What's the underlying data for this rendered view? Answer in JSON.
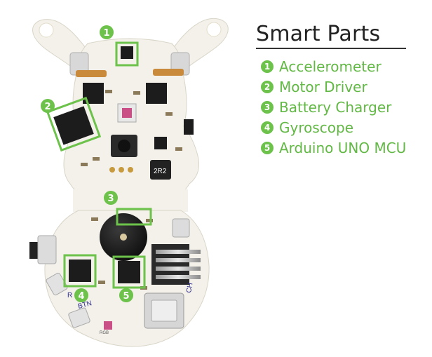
{
  "legend": {
    "title": "Smart Parts",
    "items": [
      {
        "num": "1",
        "label": "Accelerometer"
      },
      {
        "num": "2",
        "label": "Motor Driver"
      },
      {
        "num": "3",
        "label": "Battery Charger"
      },
      {
        "num": "4",
        "label": "Gyroscope"
      },
      {
        "num": "5",
        "label": "Arduino UNO MCU"
      }
    ]
  },
  "board": {
    "silkscreen": {
      "rgb": "RGB",
      "btn": "BTN",
      "ch": "CH",
      "inductor": "2R2",
      "r": "R"
    }
  },
  "markers": [
    "1",
    "2",
    "3",
    "4",
    "5"
  ],
  "colors": {
    "accent": "#6cc24a",
    "board": "#f3f1ea",
    "chip": "#1c1c1c"
  }
}
